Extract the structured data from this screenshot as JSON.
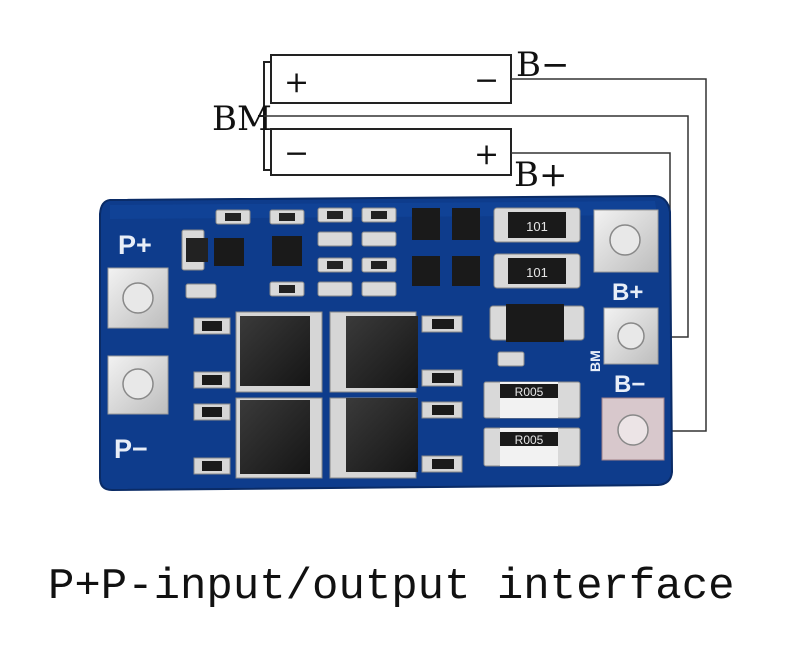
{
  "battery_diagram": {
    "cell_top": {
      "left_terminal": "+",
      "right_terminal": "−"
    },
    "cell_bottom": {
      "left_terminal": "−",
      "right_terminal": "+"
    },
    "label_bm": "BM",
    "label_b_minus": "B−",
    "label_b_plus": "B+"
  },
  "board": {
    "color": "#0d3b8a",
    "pad_labels": {
      "p_plus": "P+",
      "p_minus": "P−",
      "b_plus": "B+",
      "bm": "BM",
      "b_minus": "B−"
    },
    "resistor_codes": {
      "r_top_1": "101",
      "r_top_2": "101",
      "r_shunt_1": "R005",
      "r_shunt_2": "R005"
    }
  },
  "caption": "P+P-input/output interface"
}
